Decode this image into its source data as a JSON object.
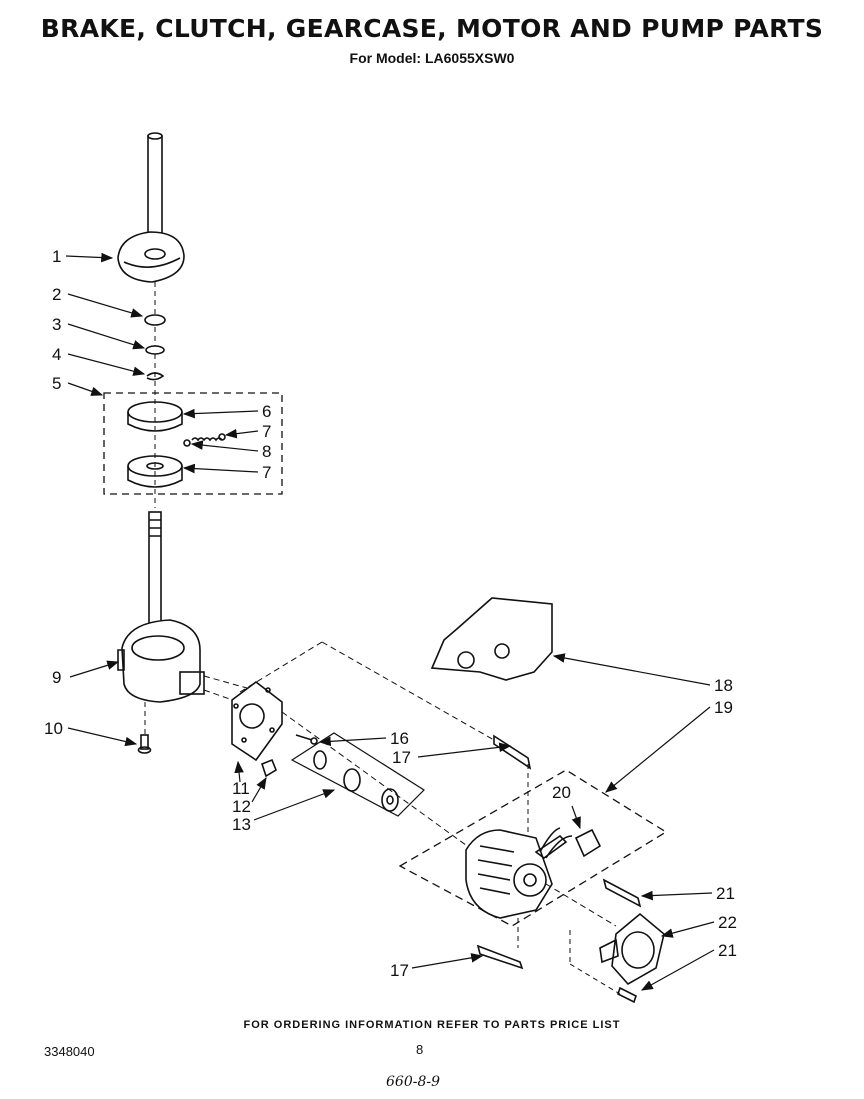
{
  "header": {
    "title": "BRAKE, CLUTCH, GEARCASE, MOTOR AND PUMP PARTS",
    "model_line": "For Model: LA6055XSW0"
  },
  "callouts": {
    "c1": "1",
    "c2": "2",
    "c3": "3",
    "c4": "4",
    "c5": "5",
    "c6": "6",
    "c7a": "7",
    "c8": "8",
    "c7b": "7",
    "c9": "9",
    "c10": "10",
    "c11": "11",
    "c12": "12",
    "c13": "13",
    "c16": "16",
    "c17a": "17",
    "c18": "18",
    "c19": "19",
    "c20": "20",
    "c21a": "21",
    "c22": "22",
    "c21b": "21",
    "c17b": "17"
  },
  "footer": {
    "ordering_note": "FOR ORDERING INFORMATION REFER TO PARTS PRICE LIST",
    "document_number": "3348040",
    "page_number": "8",
    "handwritten_note": "660-8-9"
  }
}
